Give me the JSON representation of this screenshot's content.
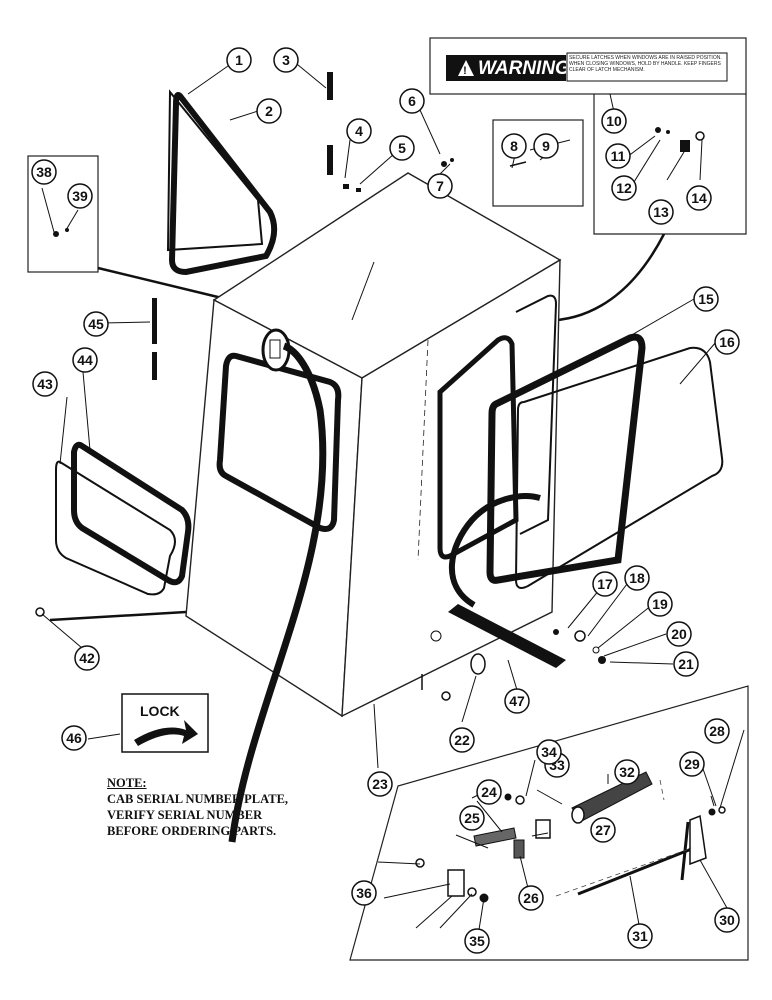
{
  "warning_label": {
    "heading": "WARNING",
    "fine_print": "SECURE LATCHES WHEN WINDOWS ARE IN RAISED POSITION. WHEN CLOSING WINDOWS, HOLD BY HANDLE. KEEP FINGERS CLEAR OF LATCH MECHANISM."
  },
  "lock_decal": {
    "label": "LOCK"
  },
  "note": {
    "title": "NOTE:",
    "lines": [
      "CAB SERIAL NUMBER PLATE,",
      "VERIFY SERIAL NUMBER",
      "BEFORE ORDERING PARTS."
    ]
  },
  "callouts": [
    "1",
    "2",
    "3",
    "4",
    "5",
    "6",
    "7",
    "8",
    "9",
    "10",
    "11",
    "12",
    "13",
    "14",
    "15",
    "16",
    "17",
    "18",
    "19",
    "20",
    "21",
    "22",
    "23",
    "24",
    "25",
    "26",
    "27",
    "28",
    "29",
    "30",
    "31",
    "32",
    "33",
    "34",
    "35",
    "36",
    "38",
    "39",
    "42",
    "43",
    "44",
    "45",
    "46",
    "47"
  ]
}
